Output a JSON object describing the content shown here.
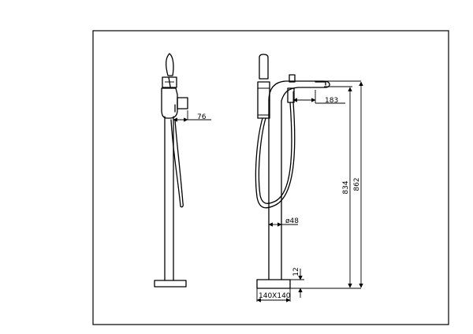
{
  "dimensions": {
    "side_depth": "76",
    "spout_reach": "183",
    "spout_height": "834",
    "total_height": "862",
    "pipe_diameter": "ø48",
    "base_thickness": "12",
    "base_size": "140X140"
  }
}
